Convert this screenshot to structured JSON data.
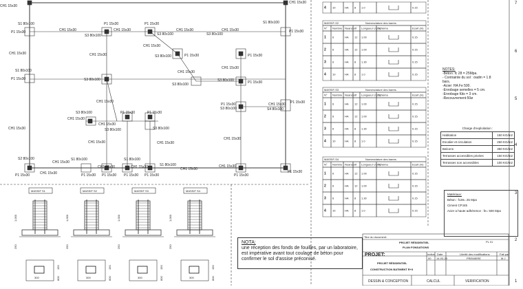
{
  "plan": {
    "labels": {
      "s1_tl": "S1 80x100",
      "s1_tr": "S1 80x100",
      "s1_ml": "S1 80x100",
      "s2_bl": "S2 80x100",
      "s1_bl2": "S1 80x100",
      "s1_bm": "S1 80x100",
      "s1_bm2": "S1 80x100",
      "s3_a": "S3 80x100",
      "s3_b": "S3 80x100",
      "s3_c": "S3 80x100",
      "s3_d": "S3 80x100",
      "s3_e": "S3 80x100",
      "s3_f": "S3 80x100",
      "s3_g": "S3 80x100",
      "s3_h": "S3 80x100",
      "s3_i": "S3 80x100",
      "s4": "S4 80x100",
      "p1_tl": "P1 15x30",
      "p1_l1": "P1 15x30",
      "p1_l2": "P1 15x30",
      "p1_r1": "P1 15x30",
      "p1_r2": "P1 15x30",
      "p1_t1": "P1 15x30",
      "p1_t2": "P1 15x30",
      "p1_c1": "P1 15x30",
      "p1_c2": "P1 15x30",
      "p1_c3": "P1 15x30",
      "p1_c4": "P1 15x30",
      "p1_c5": "P1 15x30",
      "p1_c6": "P1 15x30",
      "p1_b1": "P1 15x30",
      "p1_b2": "P1 15x30",
      "p1_b3": "P1 15x30",
      "p1_b4": "P1 15x30",
      "p1_b5": "P1 15x30",
      "p1_b6": "P1 15x30",
      "ch_1": "CH1 15x30",
      "ch_2": "CH1 15x30",
      "ch_3": "CH1 15x30",
      "ch_4": "CH1 15x30",
      "ch_5": "CH1 15x30",
      "ch_6": "CH1 15x30",
      "ch_7": "CH1 15x30",
      "ch_8": "CH1 15x30",
      "ch_9": "CH1 15x30",
      "ch_10": "CH1 15x30",
      "ch_11": "CH1 15x30",
      "ch_12": "CH1 15x30",
      "ch_13": "CH1 15x30",
      "ch_14": "CH1 15x30",
      "ch_15": "CH1 15x30",
      "ch_16": "CH1 15x30",
      "ch_17": "CH1 15x30",
      "ch_18": "CH1 15x30",
      "ch_19": "CH1 15x30",
      "ch_20": "CH1 15x30",
      "ch_21": "CH1 15x30",
      "ch_22": "CH1 15x30",
      "ch_23": "CH1 15x30",
      "ch_24": "CH1 15x30",
      "ch_25": "CH1 15x30"
    }
  },
  "details": {
    "titles": [
      "MASSIF S1",
      "MASSIF S2",
      "MASSIF S3",
      "MASSIF S4"
    ],
    "dim_height": "1,000",
    "dim_base": "250",
    "dim_width": "300",
    "dim_side": "150",
    "dim_deep": "800"
  },
  "schedules": {
    "header": "Nomenclature des barres",
    "cols": [
      "N°",
      "Nombre",
      "Nuance",
      "Ø",
      "Longueur U (m)",
      "Schéma",
      "Ecart (m)"
    ],
    "titles": [
      "MASSIF-S2",
      "MASSIF-S3",
      "MASSIF-S4"
    ],
    "top_row": [
      "4",
      "10",
      "HA",
      "8",
      "1.0",
      "",
      "0.15"
    ],
    "rows": [
      [
        [
          "1",
          "6",
          "HA",
          "12",
          "1.00",
          "",
          "0.15"
        ],
        [
          "2",
          "6",
          "HA",
          "12",
          "1.00",
          "",
          "0.15"
        ],
        [
          "3",
          "6",
          "HA",
          "8",
          "1.30",
          "",
          "0.15"
        ],
        [
          "4",
          "10",
          "HA",
          "8",
          "1.0",
          "",
          "0.15"
        ]
      ],
      [
        [
          "1",
          "6",
          "HA",
          "12",
          "1.00",
          "",
          "0.15"
        ],
        [
          "2",
          "6",
          "HA",
          "12",
          "1.00",
          "",
          "0.15"
        ],
        [
          "3",
          "6",
          "HA",
          "8",
          "1.30",
          "",
          "0.15"
        ],
        [
          "4",
          "10",
          "HA",
          "8",
          "1.0",
          "",
          "0.15"
        ]
      ],
      [
        [
          "1",
          "6",
          "HA",
          "12",
          "1.00",
          "",
          "0.15"
        ],
        [
          "2",
          "6",
          "HA",
          "12",
          "1.00",
          "",
          "0.15"
        ],
        [
          "3",
          "6",
          "HA",
          "8",
          "1.30",
          "",
          "0.15"
        ],
        [
          "4",
          "10",
          "HA",
          "8",
          "1.0",
          "",
          "0.15"
        ]
      ]
    ]
  },
  "notes": {
    "title": "NOTES:",
    "lines": [
      "-Béton: fc 28 = 25Mpa.",
      "- Contrainte du sol : σadm = 1.8 bars.",
      "-Acier: HA Fe 500.",
      "-Enrobage semelles = 5 cm.",
      "-Enrobage fûts = 3 cm.",
      "-Recouvrement:50ø"
    ]
  },
  "charge": {
    "title": "Charge d'exploitation :",
    "rows": [
      [
        "Habitation",
        "150 KG/m2"
      ],
      [
        "Escalier et circulation",
        "250 KG/m2"
      ],
      [
        "Balcons",
        "350 KG/m2"
      ],
      [
        "Terrasses accessibles privées",
        "150 KG/m2"
      ],
      [
        "Terrasses non accessibles",
        "100 KG/m2"
      ]
    ]
  },
  "materials": {
    "title": "Matériaux:",
    "lines": [
      "Béton : fc28= 25 Mpa",
      "Ciment CPJ45",
      "Acier a haute adhérence : fe= 500 Mpa"
    ]
  },
  "nota": {
    "title": "NOTA:",
    "lines": [
      "une réception des fonds de fouilles, par un laboratoire,",
      "est impérative     avant tout coulage de béton pour",
      "confirmer le sol d'assise préconisé."
    ]
  },
  "title_block": {
    "doc_title": "Titre du document:",
    "project_header": "PROJET RÉSIDENTIEL",
    "plan_name": "PLAN FONDATIONS",
    "sheet_no": "PL 01",
    "projet_label": "PROJET:",
    "project_name": "PROJET RÉSIDENTIEL",
    "project_sub": "CONSTRUCTION BATIMENT R+3",
    "col_indice": "Indice",
    "col_date": "Date",
    "col_modif": "Libellé des modifications",
    "col_fait": "Fait par",
    "row_indice": "00",
    "row_date": "14-03-23",
    "row_modif": "PREMIERE",
    "row_fait": "M.J",
    "footer": [
      "DESSIN & CONCEPTION",
      "CALCUL",
      "VERIFICATION"
    ]
  },
  "grid_numbers": [
    "1",
    "2",
    "3",
    "4",
    "5",
    "6",
    "7"
  ]
}
